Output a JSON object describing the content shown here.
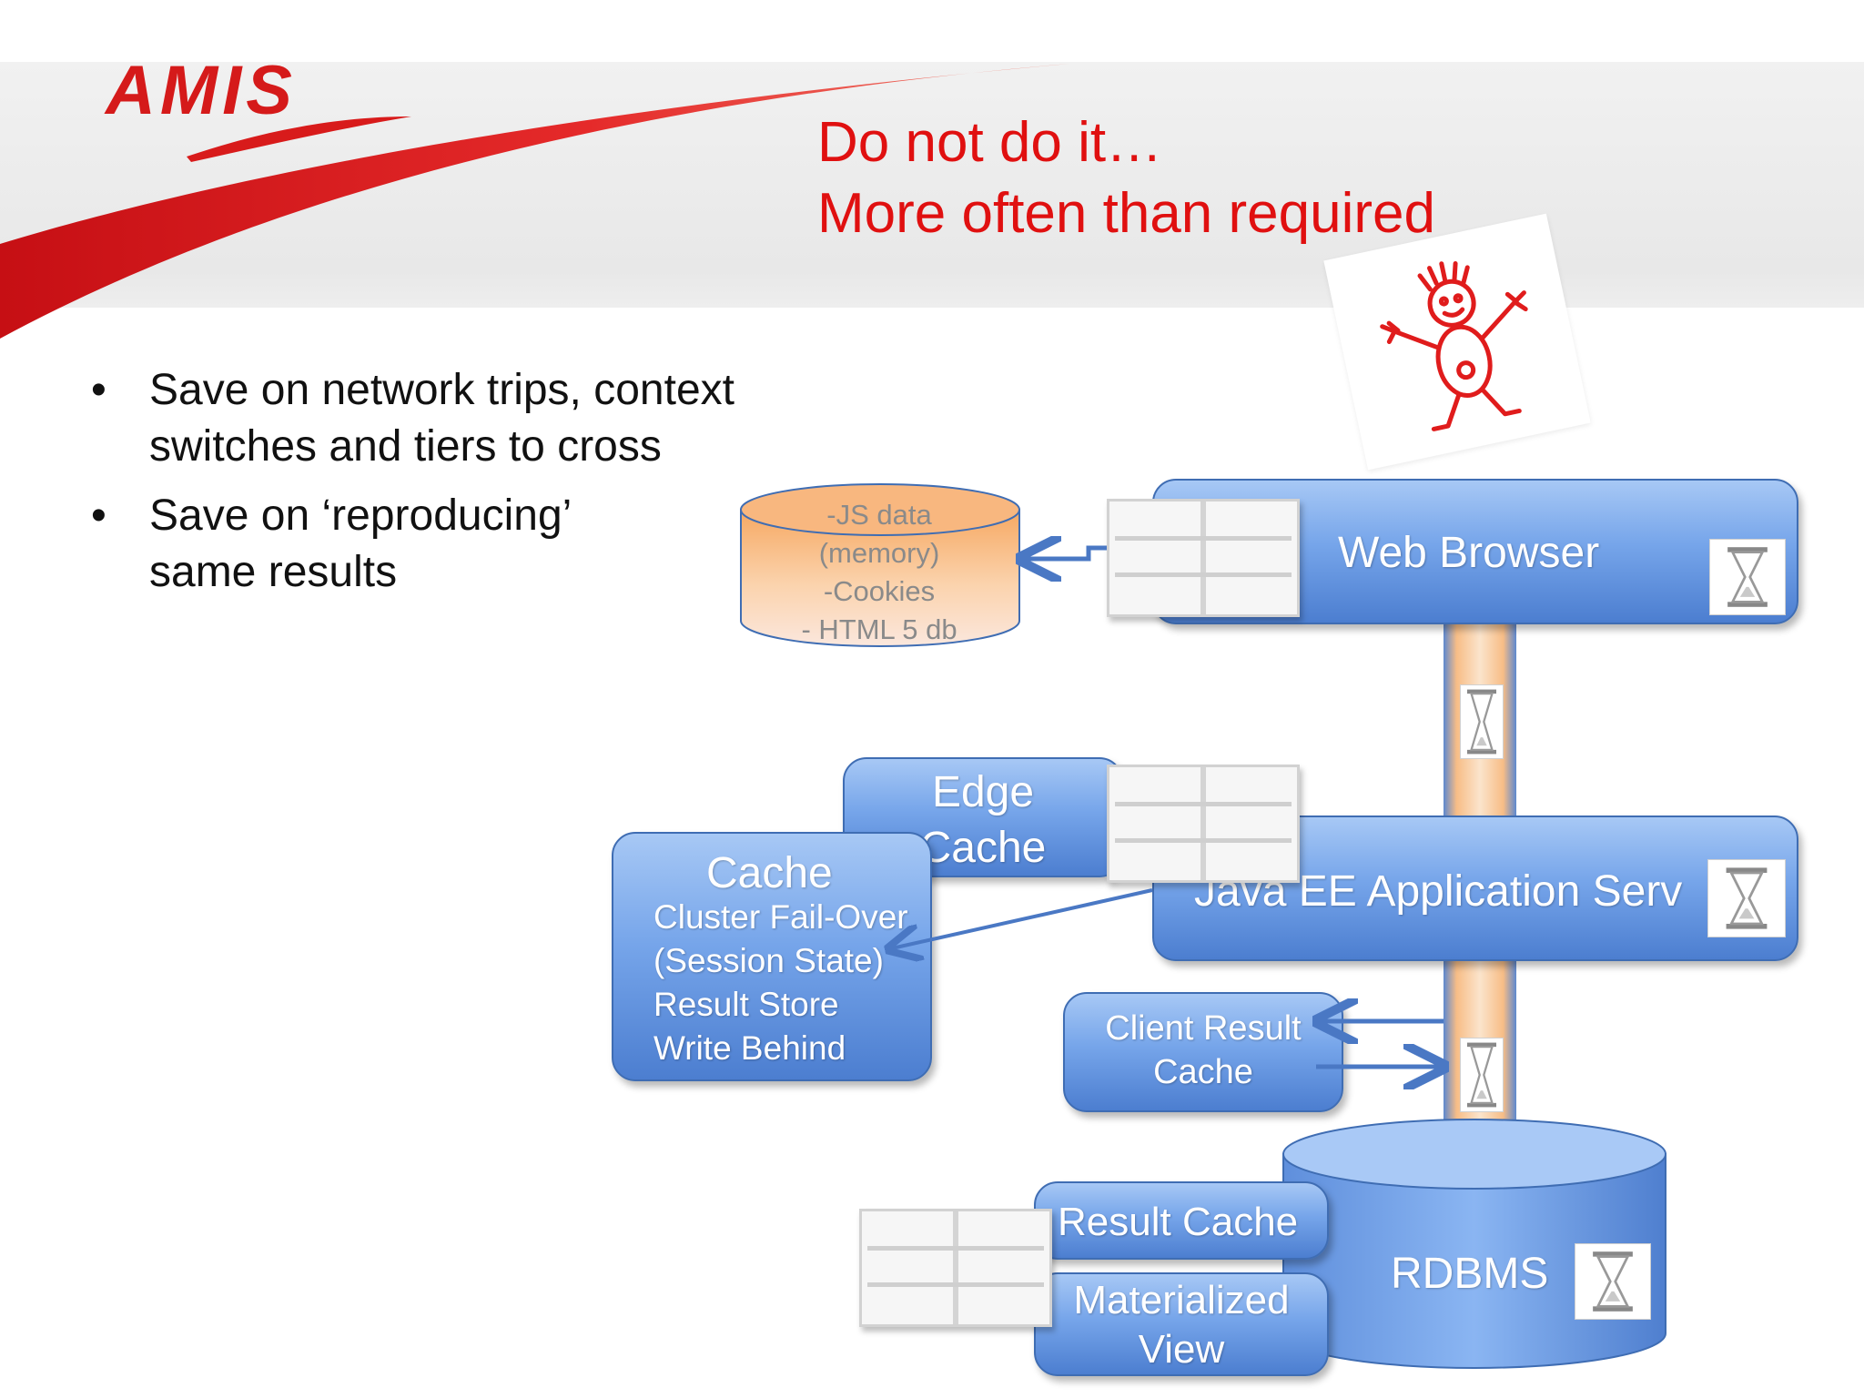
{
  "slide": {
    "logo_text": "AMIS",
    "title_lines": [
      "Do not do it…",
      "More often than required"
    ],
    "bullets": [
      "Save on network trips, context switches and tiers to cross",
      "Save on ‘reproducing’ same results"
    ],
    "colors": {
      "title_red": "#e01010",
      "box_blue": "#6f9fe6",
      "pipe_orange": "#f7bd86"
    }
  },
  "diagram": {
    "client_cache": {
      "lines": [
        "-JS data",
        "(memory)",
        "-Cookies",
        "- HTML 5 db"
      ]
    },
    "web_browser": {
      "label": "Web Browser"
    },
    "edge_cache": {
      "label": "Edge Cache"
    },
    "app_server": {
      "label": "Java EE Application Serv"
    },
    "cluster_cache": {
      "title": "Cache",
      "lines": [
        "Cluster Fail-Over",
        "(Session State)",
        "Result Store",
        "Write Behind"
      ]
    },
    "client_result_cache": {
      "label": "Client Result Cache"
    },
    "result_cache": {
      "label": "Result Cache"
    },
    "materialized_view": {
      "label": "Materialized View"
    },
    "rdbms": {
      "label": "RDBMS"
    },
    "icons": [
      "shelf-icon",
      "hourglass-icon",
      "stick-figure-icon"
    ]
  }
}
